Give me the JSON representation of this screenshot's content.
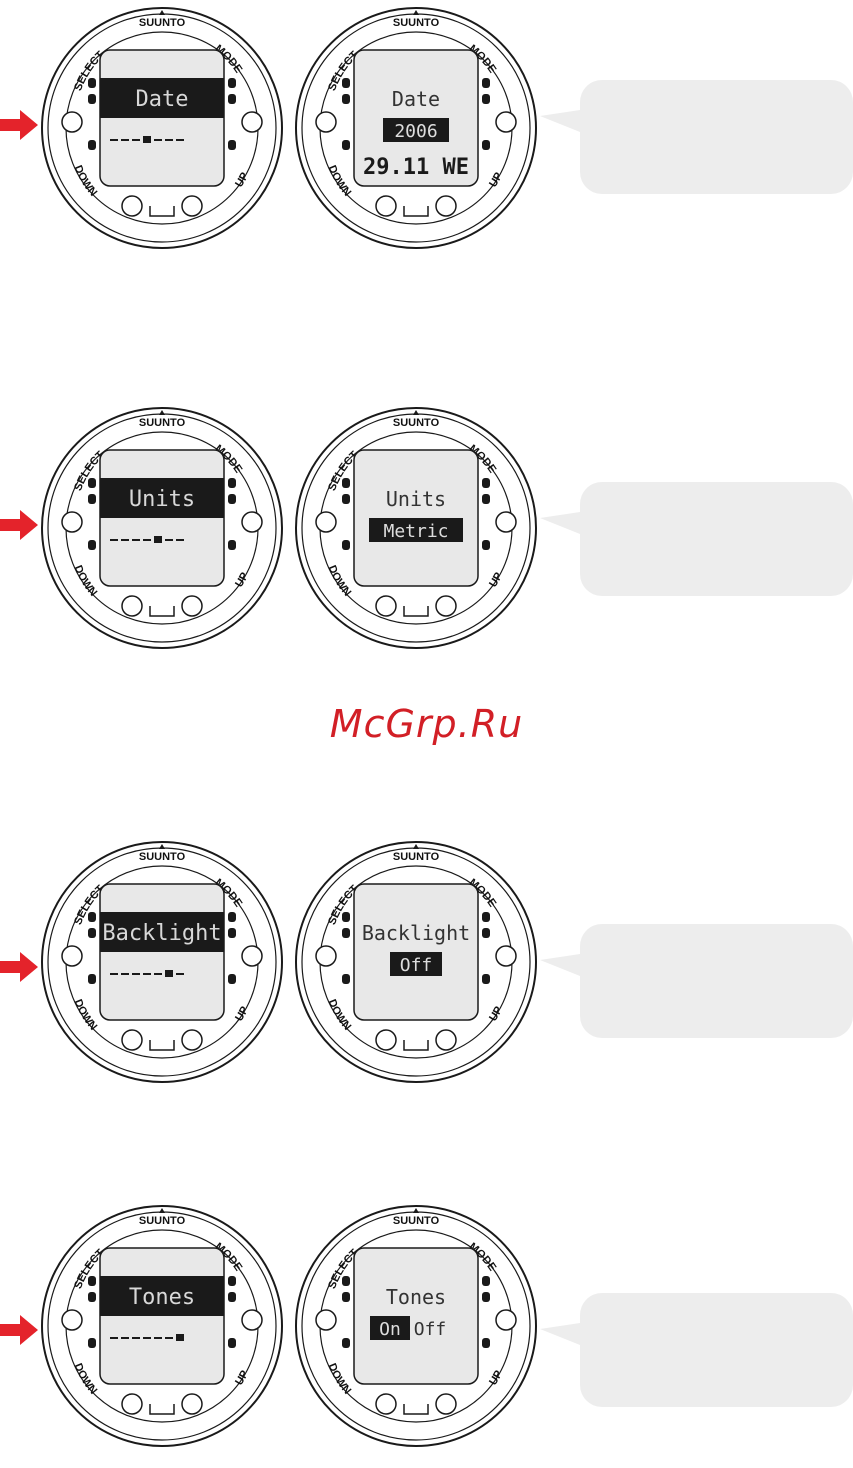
{
  "brand": "SUUNTO",
  "buttons": {
    "select": "SELECT",
    "mode": "MODE",
    "down": "DOWN",
    "up": "UP"
  },
  "watermark": "McGrp.Ru",
  "rows": [
    {
      "menu_label": "Date",
      "detail_title": "Date",
      "detail_value": "2006",
      "detail_line2": "29.11 WE",
      "progress_step": 3
    },
    {
      "menu_label": "Units",
      "detail_title": "Units",
      "detail_value": "Metric",
      "progress_step": 4
    },
    {
      "menu_label": "Backlight",
      "detail_title": "Backlight",
      "detail_value": "Off",
      "progress_step": 5
    },
    {
      "menu_label": "Tones",
      "detail_title": "Tones",
      "detail_value": "On",
      "detail_value_alt": "Off",
      "progress_step": 6
    }
  ],
  "colors": {
    "arrow": "#e4232b",
    "bubble": "#ededed",
    "lcd": "#e8e8e8",
    "lcd_dark": "#1a1a1a"
  }
}
